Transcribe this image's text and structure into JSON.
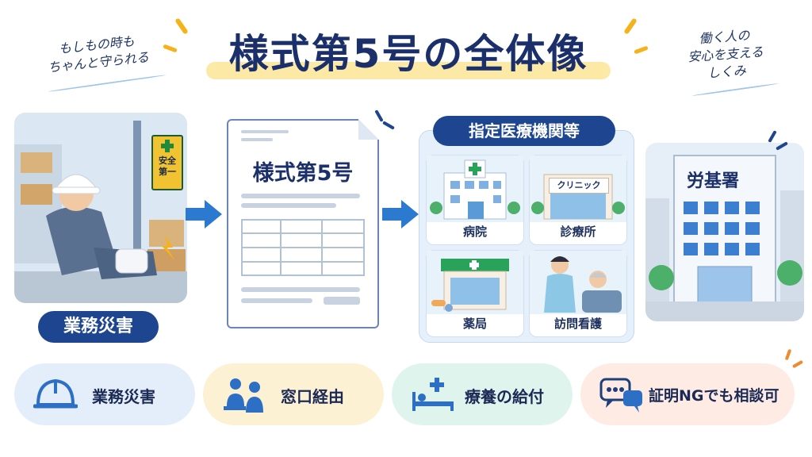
{
  "title": "様式第5号の全体像",
  "left_note": [
    "もしもの時も",
    "ちゃんと守られる"
  ],
  "right_note": [
    "働く人の",
    "安心を支える",
    "しくみ"
  ],
  "accident": {
    "sign": [
      "安全",
      "第一"
    ],
    "label": "業務災害"
  },
  "document": {
    "title": "様式第5号"
  },
  "medical": {
    "header": "指定医療機関等",
    "cards": [
      {
        "label": "病院"
      },
      {
        "label": "診療所",
        "sign": "クリニック"
      },
      {
        "label": "薬局"
      },
      {
        "label": "訪問看護"
      }
    ]
  },
  "office": {
    "name": "労基署"
  },
  "bottom": [
    {
      "label": "業務災害",
      "icon": "hardhat-icon",
      "bg": "#e3eefa"
    },
    {
      "label": "窓口経由",
      "icon": "people-icon",
      "bg": "#fdf1d4"
    },
    {
      "label": "療養の給付",
      "icon": "bed-icon",
      "bg": "#e0f4ee"
    },
    {
      "label": "証明NGでも相談可",
      "icon": "chat-icon",
      "bg": "#fdebe4"
    }
  ],
  "colors": {
    "navy": "#1d4590",
    "arrow": "#2c7ad0",
    "accent": "#f6b21b"
  }
}
